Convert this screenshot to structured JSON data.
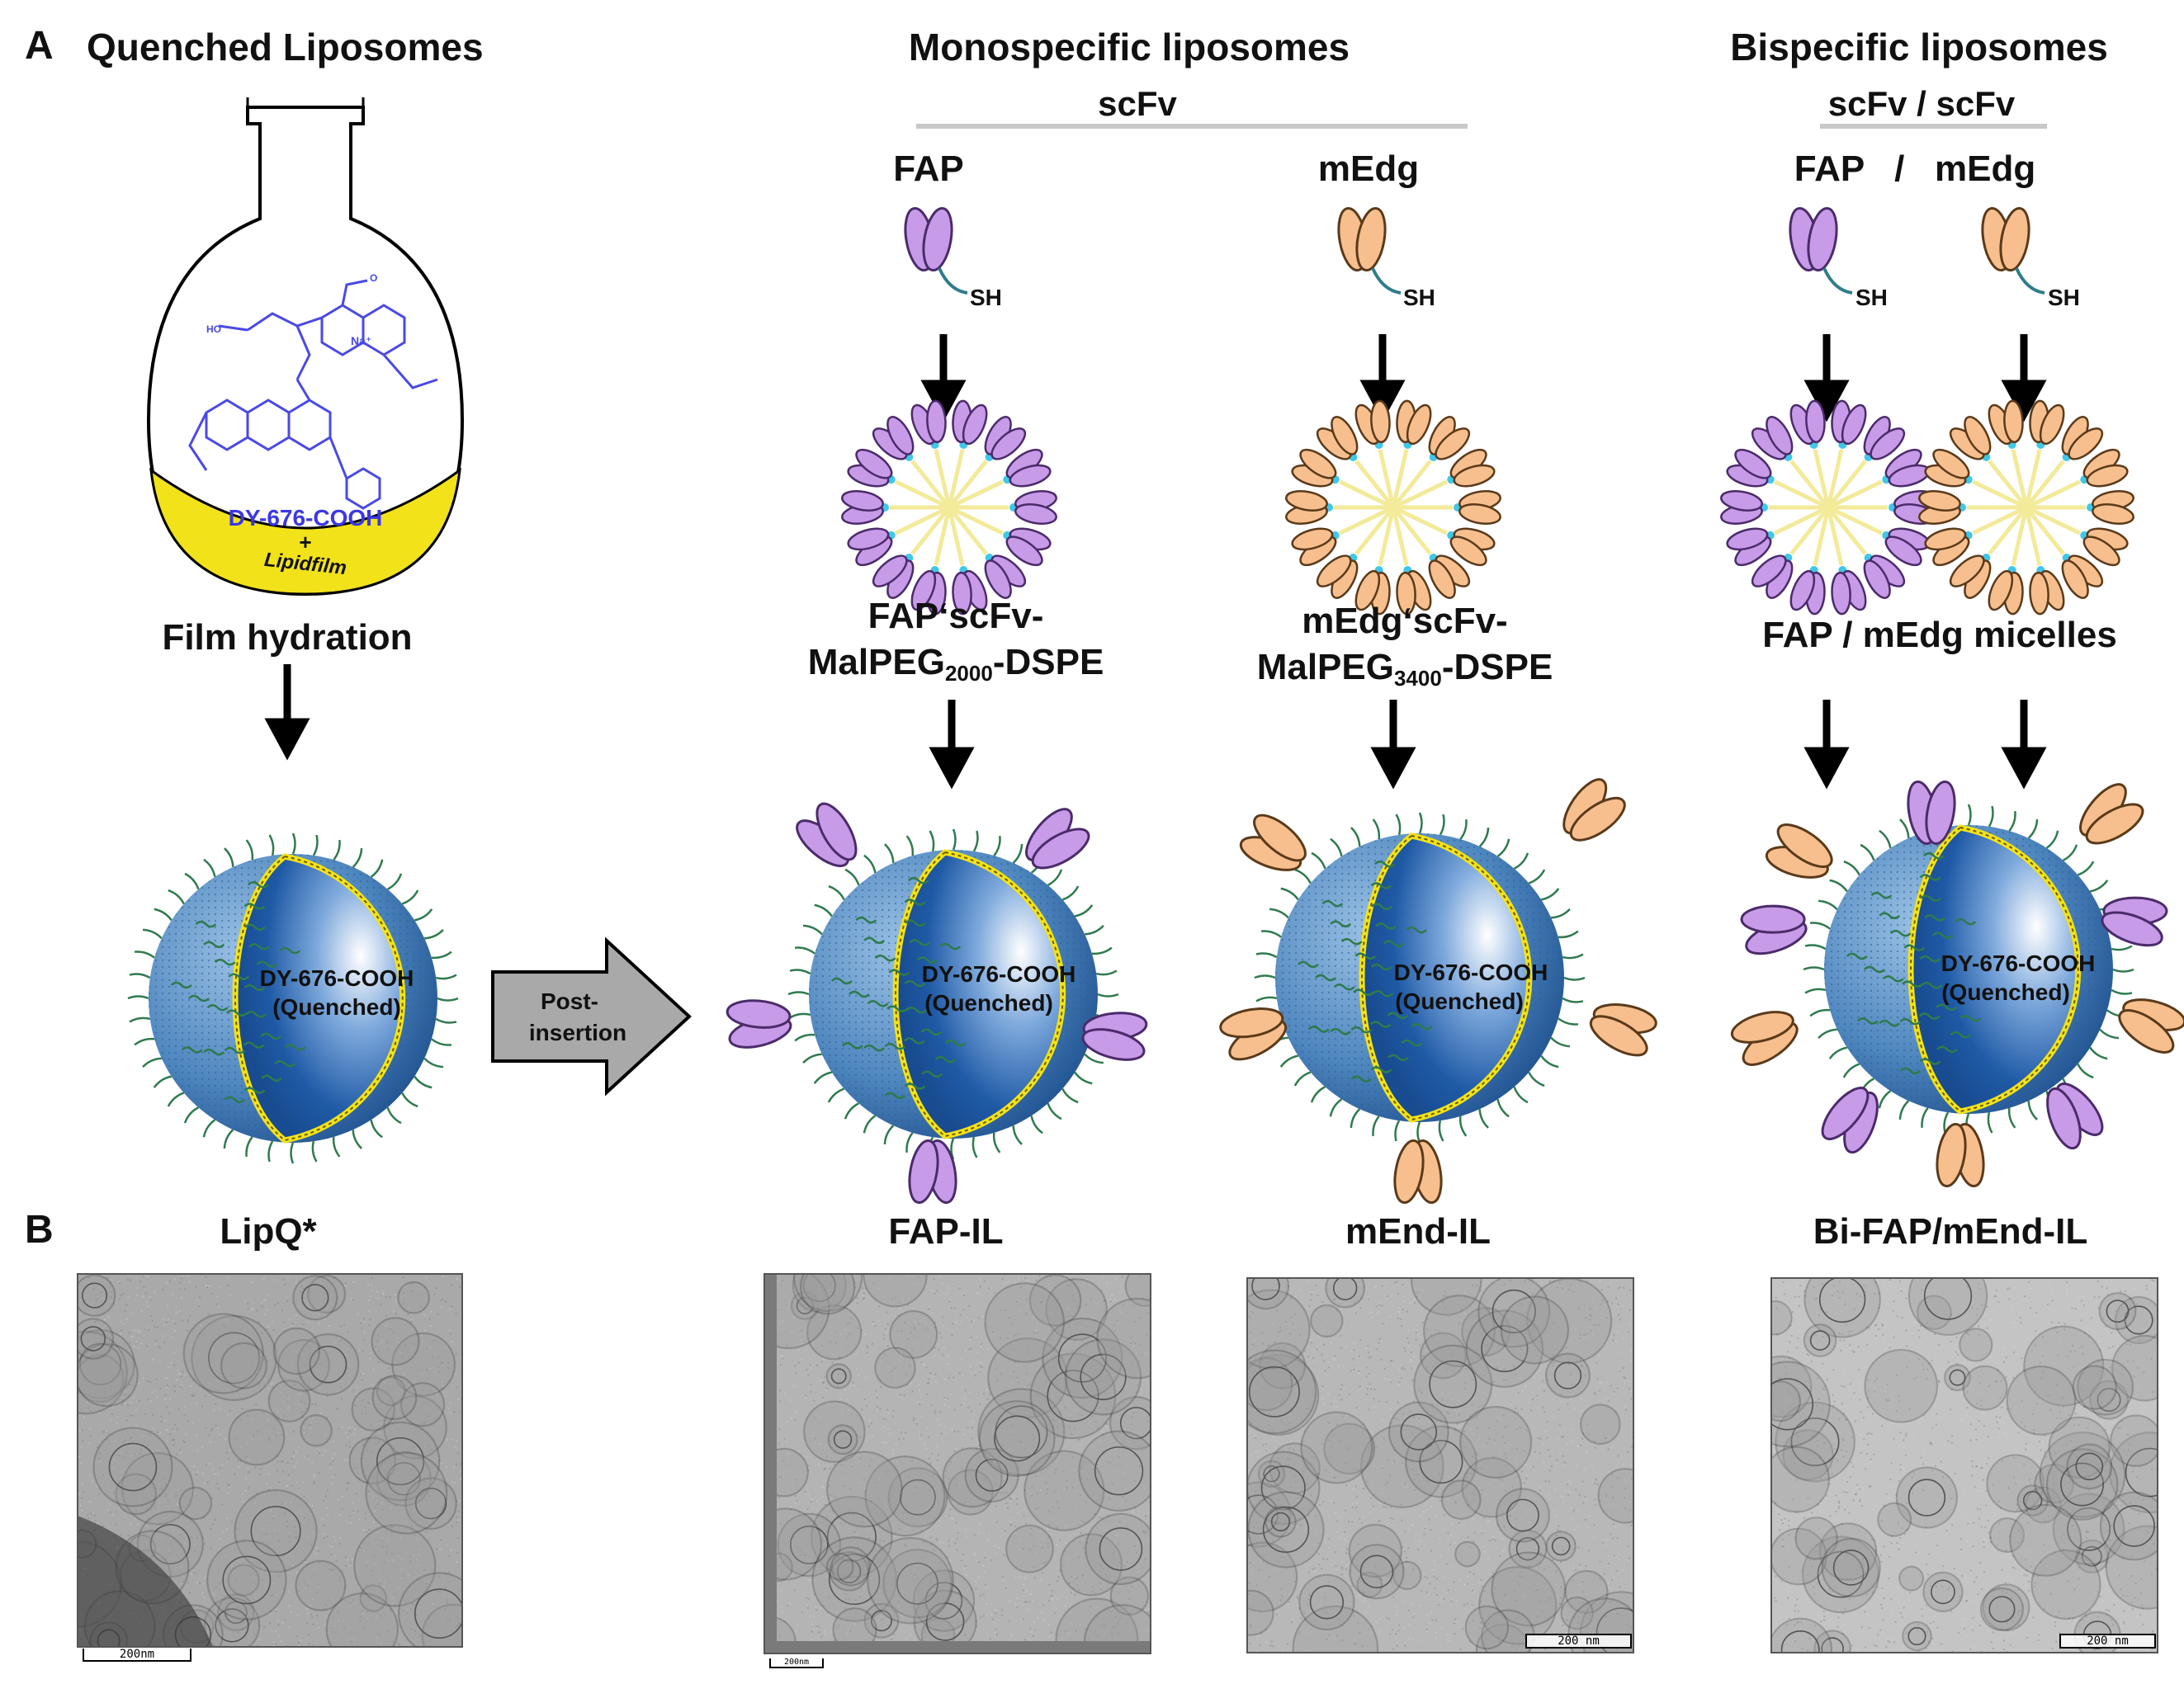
{
  "panels": {
    "a": "A",
    "b": "B"
  },
  "headings": {
    "quenched": "Quenched Liposomes",
    "mono": "Monospecific liposomes",
    "bi": "Bispecific liposomes",
    "mono_sub": "scFv",
    "bi_sub": "scFv / scFv"
  },
  "labels": {
    "fap": "FAP",
    "medg": "mEdg",
    "fap_medg": "FAP   /   mEdg",
    "sh": "SH",
    "dye": "DY-676-COOH",
    "plus": "+",
    "lipidfilm": "Lipidfilm",
    "film_hydration": "Film hydration",
    "fap_conj_1": "FAP‘scFv-",
    "fap_conj_2a": "MalPEG",
    "fap_conj_sub": "2000",
    "fap_conj_2b": "-DSPE",
    "medg_conj_1": "mEdg‘scFv-",
    "medg_conj_2a": "MalPEG",
    "medg_conj_sub": "3400",
    "medg_conj_2b": "-DSPE",
    "micelles": "FAP / mEdg micelles",
    "post_1": "Post-",
    "post_2": "insertion",
    "core_1": "DY-676-COOH",
    "core_2": "(Quenched)",
    "molecule_cation": "Na⁺",
    "molecule_ho": "HO",
    "molecule_o": "O"
  },
  "tem": {
    "lipq": "LipQ*",
    "fap_il": "FAP-IL",
    "mend_il": "mEnd-IL",
    "bi_il": "Bi-FAP/mEnd-IL",
    "scale_1": "200nm",
    "scale_2": "200nm",
    "scale_3": "200 nm",
    "scale_4": "200 nm"
  },
  "colors": {
    "fap_purple": "#c79be8",
    "medg_orange": "#f7bf8e",
    "liposome_blue": "#1f5aa6",
    "lipid_yellow": "#f2e21a",
    "dye_blue": "#3b37e8"
  }
}
